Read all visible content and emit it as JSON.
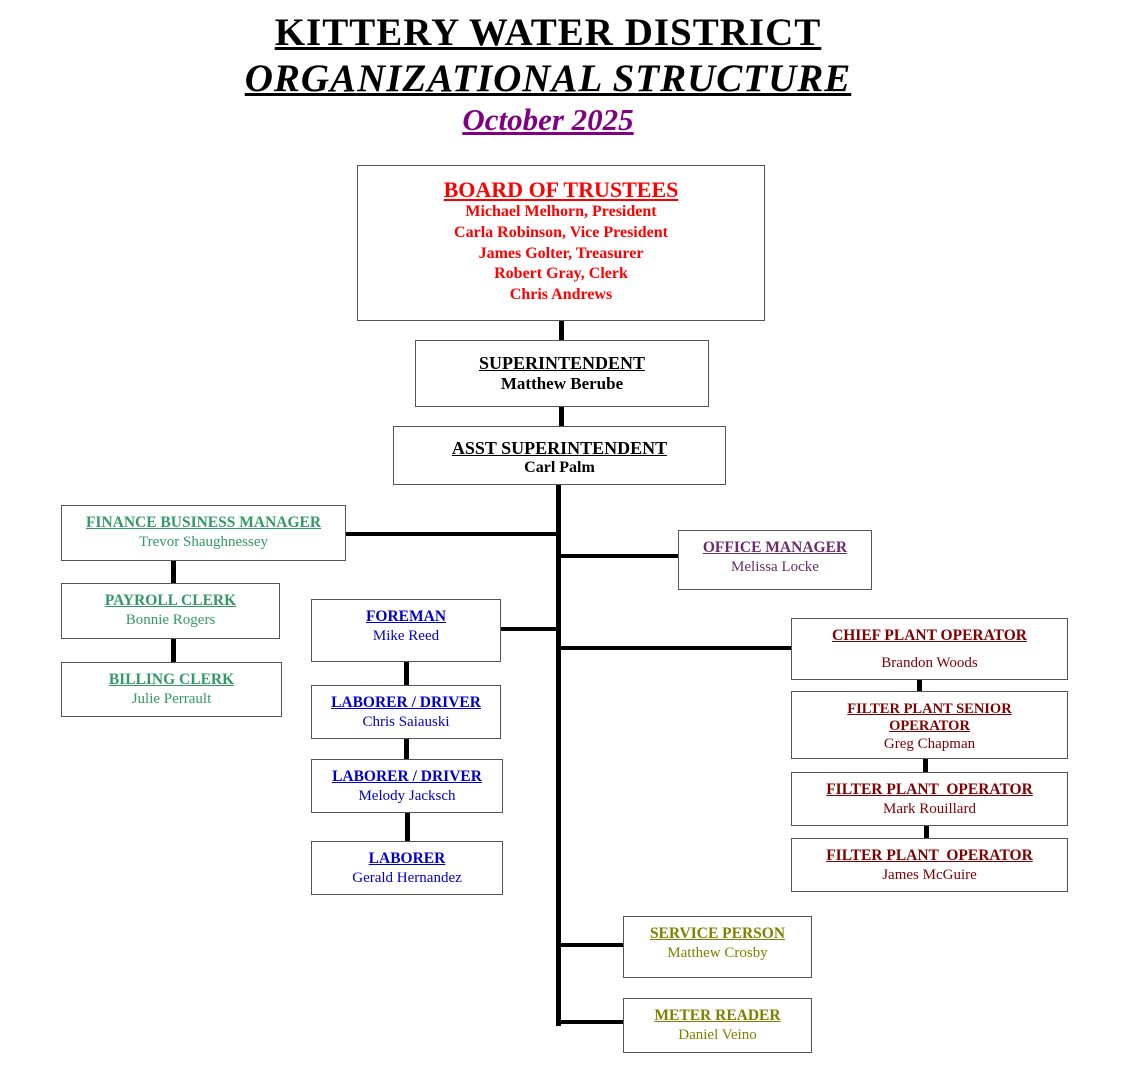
{
  "title": "KITTERY  WATER  DISTRICT",
  "subtitle": "ORGANIZATIONAL  STRUCTURE",
  "date": "October 2025",
  "colors": {
    "board": "#ff0000",
    "finance": "#339966",
    "field": "#0000cc",
    "plant": "#800000",
    "service": "#808000",
    "office": "#6b2c6b",
    "date": "#800080"
  },
  "board": {
    "title": "BOARD OF TRUSTEES",
    "members": [
      "Michael Melhorn, President",
      "Carla Robinson, Vice President",
      "James Golter, Treasurer",
      "Robert Gray, Clerk",
      "Chris Andrews"
    ]
  },
  "superintendent": {
    "title": "SUPERINTENDENT",
    "name": "Matthew Berube"
  },
  "asst_superintendent": {
    "title": "ASST SUPERINTENDENT",
    "name": "Carl Palm"
  },
  "finance": {
    "title": "FINANCE BUSINESS MANAGER",
    "name": "Trevor Shaughnessey"
  },
  "payroll": {
    "title": "PAYROLL CLERK",
    "name": "Bonnie Rogers"
  },
  "billing": {
    "title": "BILLING CLERK",
    "name": "Julie Perrault"
  },
  "office": {
    "title": "OFFICE MANAGER",
    "name": "Melissa Locke"
  },
  "foreman": {
    "title": "FOREMAN",
    "name": "Mike Reed"
  },
  "laborer_driver_1": {
    "title": "LABORER / DRIVER",
    "name": "Chris Saiauski"
  },
  "laborer_driver_2": {
    "title": "LABORER / DRIVER",
    "name": "Melody Jacksch"
  },
  "laborer": {
    "title": "LABORER",
    "name": "Gerald Hernandez"
  },
  "chief_operator": {
    "title": "CHIEF PLANT OPERATOR",
    "name": "Brandon Woods"
  },
  "senior_operator": {
    "title": "FILTER PLANT SENIOR OPERATOR",
    "name": "Greg Chapman"
  },
  "operator_1": {
    "title": "FILTER PLANT  OPERATOR",
    "name": "Mark Rouillard"
  },
  "operator_2": {
    "title": "FILTER PLANT  OPERATOR",
    "name": "James McGuire"
  },
  "service": {
    "title": "SERVICE PERSON",
    "name": "Matthew Crosby"
  },
  "meter": {
    "title": "METER READER",
    "name": "Daniel Veino"
  }
}
